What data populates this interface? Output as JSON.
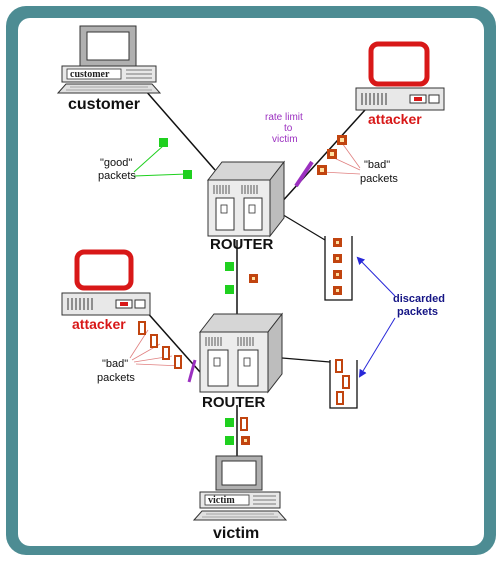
{
  "labels": {
    "customer_screen": "customer",
    "customer": "customer",
    "attacker_top": "attacker",
    "attacker_left": "attacker",
    "router_top": "ROUTER",
    "router_bottom": "ROUTER",
    "victim_screen": "victim",
    "victim": "victim",
    "rate_limit_line1": "rate limit",
    "rate_limit_line2": "to",
    "rate_limit_line3": "victim",
    "good_line1": "\"good\"",
    "good_line2": "packets",
    "bad_top_line1": "\"bad\"",
    "bad_top_line2": "packets",
    "bad_left_line1": "\"bad\"",
    "bad_left_line2": "packets",
    "discarded_line1": "discarded",
    "discarded_line2": "packets"
  },
  "colors": {
    "frame": "#4d8c93",
    "good_packet": "#1fd01f",
    "bad_packet": "#c1440f",
    "attacker_red": "#d81818",
    "rate_limit": "#9b30c0",
    "discard_arrow": "#2727d8",
    "discard_text": "#151585"
  }
}
